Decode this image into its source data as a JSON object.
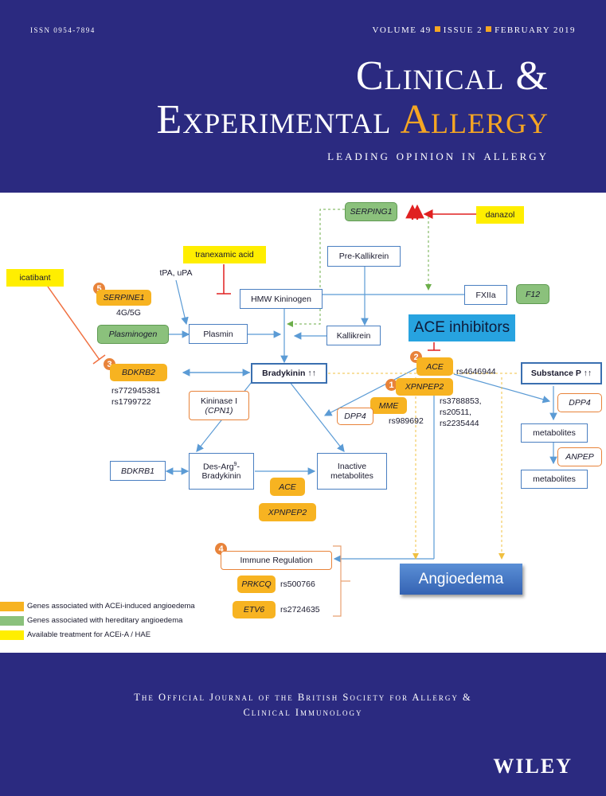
{
  "header": {
    "issn": "ISSN 0954-7894",
    "volume": "VOLUME 49",
    "issue": "ISSUE 2",
    "date": "FEBRUARY 2019",
    "title_line1": "Clinical &",
    "title_line2a": "Experimental",
    "title_line2b": "Allergy",
    "subtitle": "Leading Opinion in Allergy"
  },
  "figure": {
    "serping1": "SERPING1",
    "danazol": "danazol",
    "tranexamic": "tranexamic acid",
    "prekallikrein": "Pre-Kallikrein",
    "icatibant": "icatibant",
    "serpine1": "SERPINE1",
    "serpine1_var": "4G/5G",
    "tpa": "tPA, uPA",
    "hmw": "HMW Kininogen",
    "fxiia": "FXIIa",
    "f12": "F12",
    "plasminogen": "Plasminogen",
    "plasmin": "Plasmin",
    "kallikrein": "Kallikrein",
    "ace_inhibitors": "ACE inhibitors",
    "bdkrb2": "BDKRB2",
    "bdkrb2_snp1": "rs772945381",
    "bdkrb2_snp2": "rs1799722",
    "bradykinin": "Bradykinin ↑↑",
    "ace": "ACE",
    "ace_snp": "rs4646944",
    "substance_p": "Substance P ↑↑",
    "xpnpep2": "XPNPEP2",
    "xpnpep2_snps": "rs3788853,\nrs20511,\nrs2235444",
    "kininase_line1": "Kininase I",
    "kininase_line2": "(CPN1)",
    "mme": "MME",
    "dpp4": "DPP4",
    "mme_snp": "rs989692",
    "dpp4_right": "DPP4",
    "metabolites1": "metabolites",
    "anpep": "ANPEP",
    "metabolites2": "metabolites",
    "bdkrb1": "BDKRB1",
    "desarg_line1": "Des-Arg",
    "desarg_sup": "9",
    "desarg_line2": "Bradykinin",
    "inactive_line1": "Inactive",
    "inactive_line2": "metabolites",
    "ace2": "ACE",
    "xpnpep2_b": "XPNPEP2",
    "immune": "Immune Regulation",
    "angioedema": "Angioedema",
    "prkcq": "PRKCQ",
    "prkcq_snp": "rs500766",
    "etv6": "ETV6",
    "etv6_snp": "rs2724635",
    "num1": "1",
    "num2": "2",
    "num3": "3",
    "num4": "4",
    "num5": "5",
    "legend": [
      {
        "label": "Genes associated with ACEi-induced angioedema",
        "color": "#f7b321"
      },
      {
        "label": "Genes associated with hereditary angioedema",
        "color": "#8bc17c"
      },
      {
        "label": "Available treatment for ACEi-A / HAE",
        "color": "#ffee00"
      }
    ]
  },
  "footer": {
    "line1": "The Official Journal of the British Society for Allergy &",
    "line2": "Clinical Immunology",
    "publisher": "WILEY"
  },
  "colors": {
    "navy": "#2b2a80",
    "orange": "#f5a623",
    "arrow": "#5b9bd5"
  }
}
